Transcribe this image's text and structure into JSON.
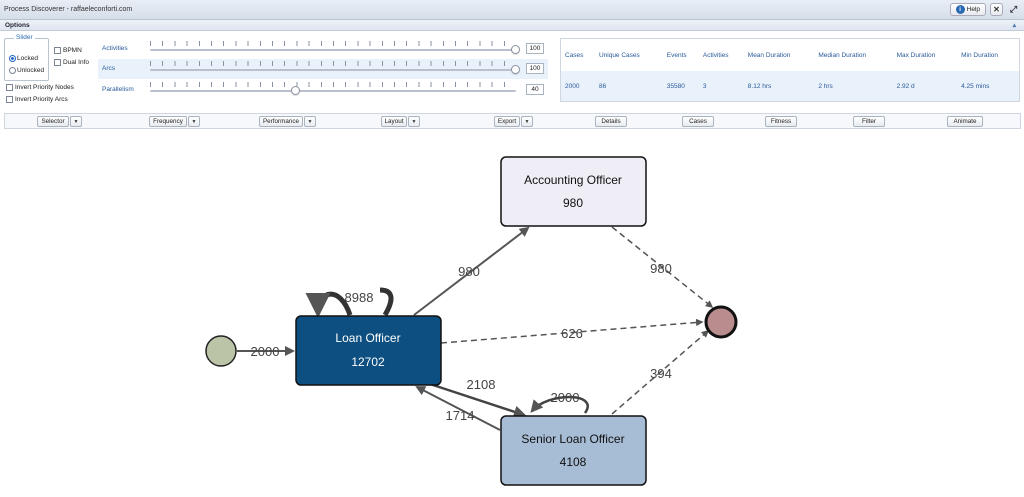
{
  "window": {
    "title": "Process Discoverer - raffaeleconforti.com",
    "help_label": "Help"
  },
  "options": {
    "title": "Options"
  },
  "slider_box": {
    "legend": "Slider",
    "locked_label": "Locked",
    "unlocked_label": "Unlocked",
    "selected": "Locked"
  },
  "checkboxes": {
    "bpmn": "BPMN",
    "dual_info": "Dual Info",
    "invert_nodes": "Invert Priority Nodes",
    "invert_arcs": "Invert Priority Arcs"
  },
  "sliders": [
    {
      "label": "Activities",
      "value": "100",
      "level": 1.0
    },
    {
      "label": "Arcs",
      "value": "100",
      "level": 1.0
    },
    {
      "label": "Parallelism",
      "value": "40",
      "level": 0.4
    }
  ],
  "stats": {
    "headers": [
      "Cases",
      "Unique Cases",
      "Events",
      "Activities",
      "Mean Duration",
      "Median Duration",
      "Max Duration",
      "Min Duration"
    ],
    "values": [
      "2000",
      "86",
      "35580",
      "3",
      "8.12 hrs",
      "2 hrs",
      "2.92 d",
      "4.25 mins"
    ]
  },
  "toolbar": {
    "selector": "Selector",
    "frequency": "Frequency",
    "performance": "Performance",
    "layout": "Layout",
    "export": "Export",
    "details": "Details",
    "cases": "Cases",
    "fitness": "Fitness",
    "filter": "Filter",
    "animate": "Animate"
  },
  "graph": {
    "nodes": {
      "loan_officer": {
        "name": "Loan Officer",
        "count": "12702",
        "color": "#0d4f80"
      },
      "accounting_officer": {
        "name": "Accounting Officer",
        "count": "980",
        "color": "#efedf5"
      },
      "senior_loan_officer": {
        "name": "Senior Loan Officer",
        "count": "4108",
        "color": "#a7bdd5"
      }
    },
    "start_color": "#bcc4a7",
    "end_color": "#b98d8d",
    "edges": {
      "start_to_loan": "2000",
      "loan_self": "8988",
      "loan_to_accounting": "980",
      "accounting_to_end": "980",
      "loan_to_end": "626",
      "loan_to_senior": "2108",
      "senior_to_loan": "1714",
      "senior_self": "2000",
      "senior_to_end": "394"
    }
  }
}
